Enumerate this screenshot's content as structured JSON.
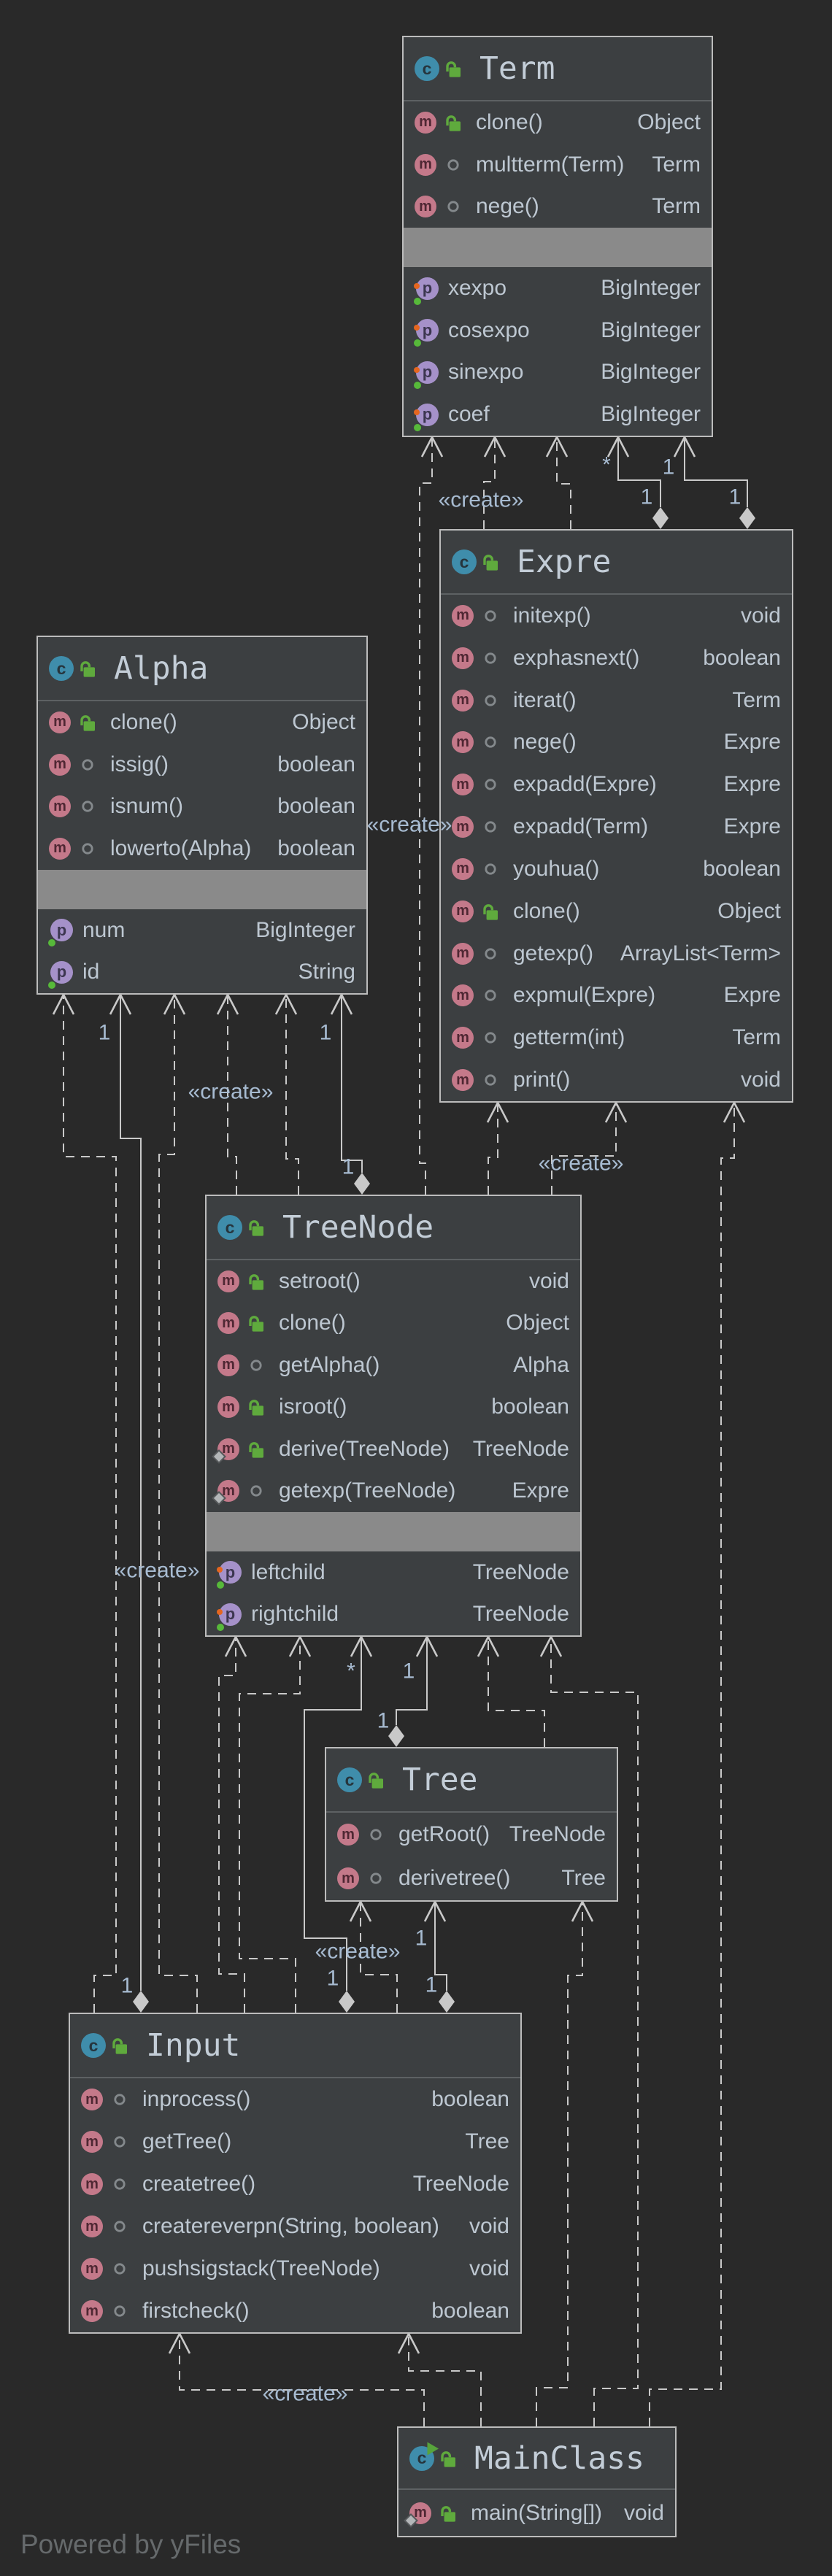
{
  "diagram": {
    "type": "uml-class-diagram",
    "tool_watermark": "Powered by yFiles"
  },
  "icons": {
    "class_letter": "c",
    "method_letter": "m",
    "property_letter": "p"
  },
  "colors": {
    "background": "#292929",
    "node_fill": "#3c3f41",
    "node_border": "#bcbcbc",
    "separator_band": "#8a8a8a",
    "edge": "#c9c9c9",
    "label": "#a7bbd1",
    "text": "#bdc7d1",
    "title": "#c3cdd7",
    "class_icon": "#3f8dab",
    "method_icon": "#c4798a",
    "property_icon": "#a591c9",
    "lock_green": "#5faa3d"
  },
  "classes": [
    {
      "name": "Term",
      "methods": [
        {
          "name": "clone()",
          "type": "Object",
          "visibility": "lock",
          "static_badge": false
        },
        {
          "name": "multterm(Term)",
          "type": "Term",
          "visibility": "ring",
          "static_badge": false
        },
        {
          "name": "nege()",
          "type": "Term",
          "visibility": "ring",
          "static_badge": false
        }
      ],
      "properties": [
        {
          "name": "xexpo",
          "type": "BigInteger",
          "dots": [
            "orange",
            "green"
          ]
        },
        {
          "name": "cosexpo",
          "type": "BigInteger",
          "dots": [
            "orange",
            "green"
          ]
        },
        {
          "name": "sinexpo",
          "type": "BigInteger",
          "dots": [
            "orange",
            "green"
          ]
        },
        {
          "name": "coef",
          "type": "BigInteger",
          "dots": [
            "orange",
            "green"
          ]
        }
      ]
    },
    {
      "name": "Expre",
      "methods": [
        {
          "name": "initexp()",
          "type": "void",
          "visibility": "ring",
          "static_badge": false
        },
        {
          "name": "exphasnext()",
          "type": "boolean",
          "visibility": "ring",
          "static_badge": false
        },
        {
          "name": "iterat()",
          "type": "Term",
          "visibility": "ring",
          "static_badge": false
        },
        {
          "name": "nege()",
          "type": "Expre",
          "visibility": "ring",
          "static_badge": false
        },
        {
          "name": "expadd(Expre)",
          "type": "Expre",
          "visibility": "ring",
          "static_badge": false
        },
        {
          "name": "expadd(Term)",
          "type": "Expre",
          "visibility": "ring",
          "static_badge": false
        },
        {
          "name": "youhua()",
          "type": "boolean",
          "visibility": "ring",
          "static_badge": false
        },
        {
          "name": "clone()",
          "type": "Object",
          "visibility": "lock",
          "static_badge": false
        },
        {
          "name": "getexp()",
          "type": "ArrayList<Term>",
          "visibility": "ring",
          "static_badge": false
        },
        {
          "name": "expmul(Expre)",
          "type": "Expre",
          "visibility": "ring",
          "static_badge": false
        },
        {
          "name": "getterm(int)",
          "type": "Term",
          "visibility": "ring",
          "static_badge": false
        },
        {
          "name": "print()",
          "type": "void",
          "visibility": "ring",
          "static_badge": false
        }
      ],
      "properties": []
    },
    {
      "name": "Alpha",
      "methods": [
        {
          "name": "clone()",
          "type": "Object",
          "visibility": "lock",
          "static_badge": false
        },
        {
          "name": "issig()",
          "type": "boolean",
          "visibility": "ring",
          "static_badge": false
        },
        {
          "name": "isnum()",
          "type": "boolean",
          "visibility": "ring",
          "static_badge": false
        },
        {
          "name": "lowerto(Alpha)",
          "type": "boolean",
          "visibility": "ring",
          "static_badge": false
        }
      ],
      "properties": [
        {
          "name": "num",
          "type": "BigInteger",
          "dots": [
            "green"
          ]
        },
        {
          "name": "id",
          "type": "String",
          "dots": [
            "green"
          ]
        }
      ]
    },
    {
      "name": "TreeNode",
      "methods": [
        {
          "name": "setroot()",
          "type": "void",
          "visibility": "lock",
          "static_badge": false
        },
        {
          "name": "clone()",
          "type": "Object",
          "visibility": "lock",
          "static_badge": false
        },
        {
          "name": "getAlpha()",
          "type": "Alpha",
          "visibility": "ring",
          "static_badge": false
        },
        {
          "name": "isroot()",
          "type": "boolean",
          "visibility": "lock",
          "static_badge": false
        },
        {
          "name": "derive(TreeNode)",
          "type": "TreeNode",
          "visibility": "lock",
          "static_badge": true
        },
        {
          "name": "getexp(TreeNode)",
          "type": "Expre",
          "visibility": "ring",
          "static_badge": true
        }
      ],
      "properties": [
        {
          "name": "leftchild",
          "type": "TreeNode",
          "dots": [
            "orange",
            "green"
          ]
        },
        {
          "name": "rightchild",
          "type": "TreeNode",
          "dots": [
            "orange",
            "green"
          ]
        }
      ]
    },
    {
      "name": "Tree",
      "methods": [
        {
          "name": "getRoot()",
          "type": "TreeNode",
          "visibility": "ring",
          "static_badge": false
        },
        {
          "name": "derivetree()",
          "type": "Tree",
          "visibility": "ring",
          "static_badge": false
        }
      ],
      "properties": []
    },
    {
      "name": "Input",
      "methods": [
        {
          "name": "inprocess()",
          "type": "boolean",
          "visibility": "ring",
          "static_badge": false
        },
        {
          "name": "getTree()",
          "type": "Tree",
          "visibility": "ring",
          "static_badge": false
        },
        {
          "name": "createtree()",
          "type": "TreeNode",
          "visibility": "ring",
          "static_badge": false
        },
        {
          "name": "createreverpn(String, boolean)",
          "type": "void",
          "visibility": "ring",
          "static_badge": false
        },
        {
          "name": "pushsigstack(TreeNode)",
          "type": "void",
          "visibility": "ring",
          "static_badge": false
        },
        {
          "name": "firstcheck()",
          "type": "boolean",
          "visibility": "ring",
          "static_badge": false
        }
      ],
      "properties": []
    },
    {
      "name": "MainClass",
      "methods": [
        {
          "name": "main(String[])",
          "type": "void",
          "visibility": "lock",
          "static_badge": true
        }
      ],
      "properties": []
    }
  ],
  "edges": [
    {
      "id": "treenode-term-1",
      "style": "dashed",
      "composition": false,
      "labels": [
        {
          "text": "«create»"
        }
      ]
    },
    {
      "id": "expre-term-1",
      "style": "dashed",
      "composition": false,
      "labels": [
        {
          "text": "«create»"
        }
      ]
    },
    {
      "id": "expre-term-2",
      "style": "dashed",
      "composition": false,
      "labels": []
    },
    {
      "id": "expre-term-3",
      "style": "solid",
      "composition": true,
      "labels": [
        {
          "text": "*"
        },
        {
          "text": "1"
        }
      ]
    },
    {
      "id": "expre-term-4",
      "style": "solid",
      "composition": true,
      "labels": [
        {
          "text": "1"
        },
        {
          "text": "1"
        }
      ]
    },
    {
      "id": "input-alpha-1",
      "style": "dashed",
      "composition": false,
      "labels": []
    },
    {
      "id": "input-alpha-2",
      "style": "solid",
      "composition": true,
      "labels": [
        {
          "text": "1"
        },
        {
          "text": "1"
        }
      ]
    },
    {
      "id": "input-alpha-3",
      "style": "dashed",
      "composition": false,
      "labels": [
        {
          "text": "«create»"
        }
      ]
    },
    {
      "id": "treenode-alpha-1",
      "style": "dashed",
      "composition": false,
      "labels": [
        {
          "text": "«create»"
        }
      ]
    },
    {
      "id": "treenode-alpha-2",
      "style": "dashed",
      "composition": false,
      "labels": []
    },
    {
      "id": "treenode-alpha-3",
      "style": "solid",
      "composition": true,
      "labels": [
        {
          "text": "1"
        },
        {
          "text": "1"
        }
      ]
    },
    {
      "id": "treenode-expre-1",
      "style": "dashed",
      "composition": false,
      "labels": []
    },
    {
      "id": "treenode-expre-2",
      "style": "dashed",
      "composition": false,
      "labels": [
        {
          "text": "«create»"
        }
      ]
    },
    {
      "id": "mainclass-expre",
      "style": "dashed",
      "composition": false,
      "labels": []
    },
    {
      "id": "input-treenode-1",
      "style": "dashed",
      "composition": false,
      "labels": []
    },
    {
      "id": "input-treenode-2",
      "style": "dashed",
      "composition": false,
      "labels": []
    },
    {
      "id": "input-treenode-3",
      "style": "solid",
      "composition": true,
      "labels": [
        {
          "text": "*"
        },
        {
          "text": "1"
        }
      ]
    },
    {
      "id": "tree-treenode-1",
      "style": "solid",
      "composition": true,
      "labels": [
        {
          "text": "1"
        },
        {
          "text": "1"
        }
      ]
    },
    {
      "id": "tree-treenode-2",
      "style": "dashed",
      "composition": false,
      "labels": []
    },
    {
      "id": "mainclass-treenode",
      "style": "dashed",
      "composition": false,
      "labels": []
    },
    {
      "id": "input-tree-1",
      "style": "dashed",
      "composition": false,
      "labels": [
        {
          "text": "«create»"
        }
      ]
    },
    {
      "id": "input-tree-2",
      "style": "solid",
      "composition": true,
      "labels": [
        {
          "text": "1"
        },
        {
          "text": "1"
        }
      ]
    },
    {
      "id": "mainclass-tree",
      "style": "dashed",
      "composition": false,
      "labels": []
    },
    {
      "id": "mainclass-input-1",
      "style": "dashed",
      "composition": false,
      "labels": [
        {
          "text": "«create»"
        }
      ]
    },
    {
      "id": "mainclass-input-2",
      "style": "dashed",
      "composition": false,
      "labels": []
    }
  ]
}
